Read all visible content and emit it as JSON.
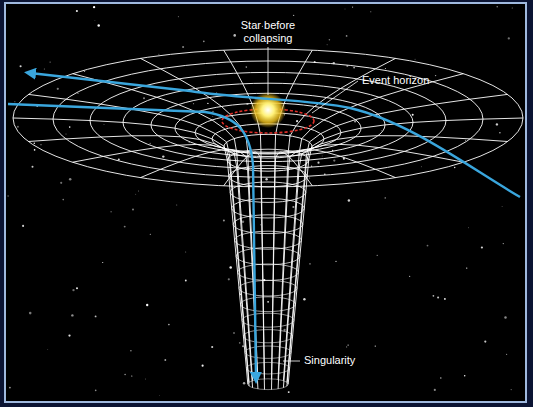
{
  "diagram": {
    "labels": [
      "Star before collapsing",
      "Event horizon",
      "Singularity"
    ]
  }
}
